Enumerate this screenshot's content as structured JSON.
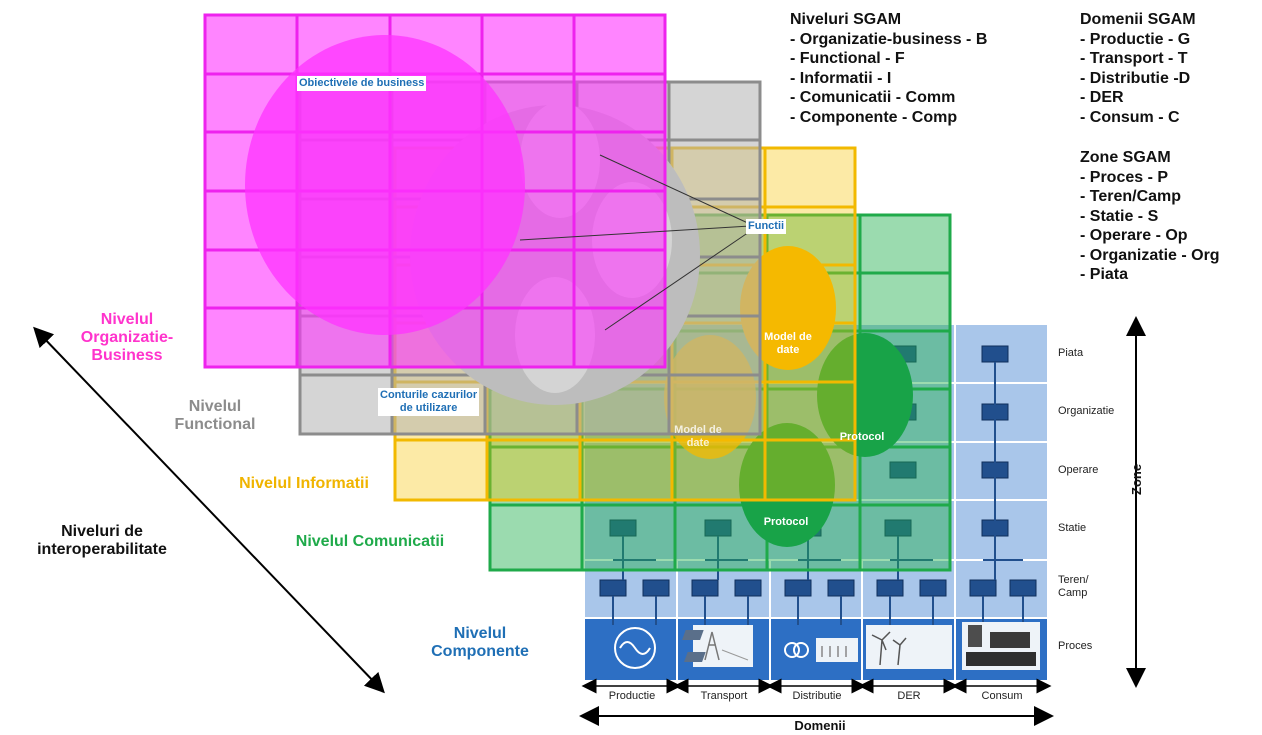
{
  "legend_levels": {
    "title": "Niveluri SGAM",
    "items": [
      "- Organizatie-business - B",
      "- Functional - F",
      "- Informatii - I",
      "- Comunicatii - Comm",
      "- Componente - Comp"
    ]
  },
  "legend_domains": {
    "title": "Domenii SGAM",
    "items": [
      "- Productie - G",
      "- Transport - T",
      "- Distributie -D",
      "- DER",
      "- Consum - C"
    ]
  },
  "legend_zones": {
    "title": "Zone SGAM",
    "items": [
      "- Proces - P",
      "- Teren/Camp",
      "- Statie - S",
      "- Operare - Op",
      "- Organizatie - Org",
      "- Piata"
    ]
  },
  "layers": {
    "business": {
      "line1": "Nivelul",
      "line2": "Organizatie-",
      "line3": "Business",
      "color": "#ff33cc"
    },
    "functional": {
      "line1": "Nivelul",
      "line2": "Functional",
      "color": "#8c8c8c"
    },
    "information": {
      "line1": "Nivelul Informatii",
      "color": "#f0b400"
    },
    "communication": {
      "line1": "Nivelul Comunicatii",
      "color": "#1faa4a"
    },
    "component": {
      "line1": "Nivelul",
      "line2": "Componente",
      "color": "#1f6fb5"
    }
  },
  "axis_interop": {
    "line1": "Niveluri de",
    "line2": "interoperabilitate"
  },
  "zones_axis_label": "Zone",
  "zones": [
    "Piata",
    "Organizatie",
    "Operare",
    "Statie",
    "Teren/\nCamp",
    "Proces"
  ],
  "domains_axis_label": "Domenii",
  "domains": [
    "Productie",
    "Transport",
    "Distributie",
    "DER",
    "Consum"
  ],
  "tags": {
    "business_objectives": "Obiectivele de business",
    "functions": "Functii",
    "use_cases_line1": "Conturile cazurilor",
    "use_cases_line2": "de utilizare"
  },
  "inner_labels": {
    "data_model_1_line1": "Model de",
    "data_model_1_line2": "date",
    "data_model_2_line1": "Model de",
    "data_model_2_line2": "date",
    "protocol_1": "Protocol",
    "protocol_2": "Protocol"
  }
}
